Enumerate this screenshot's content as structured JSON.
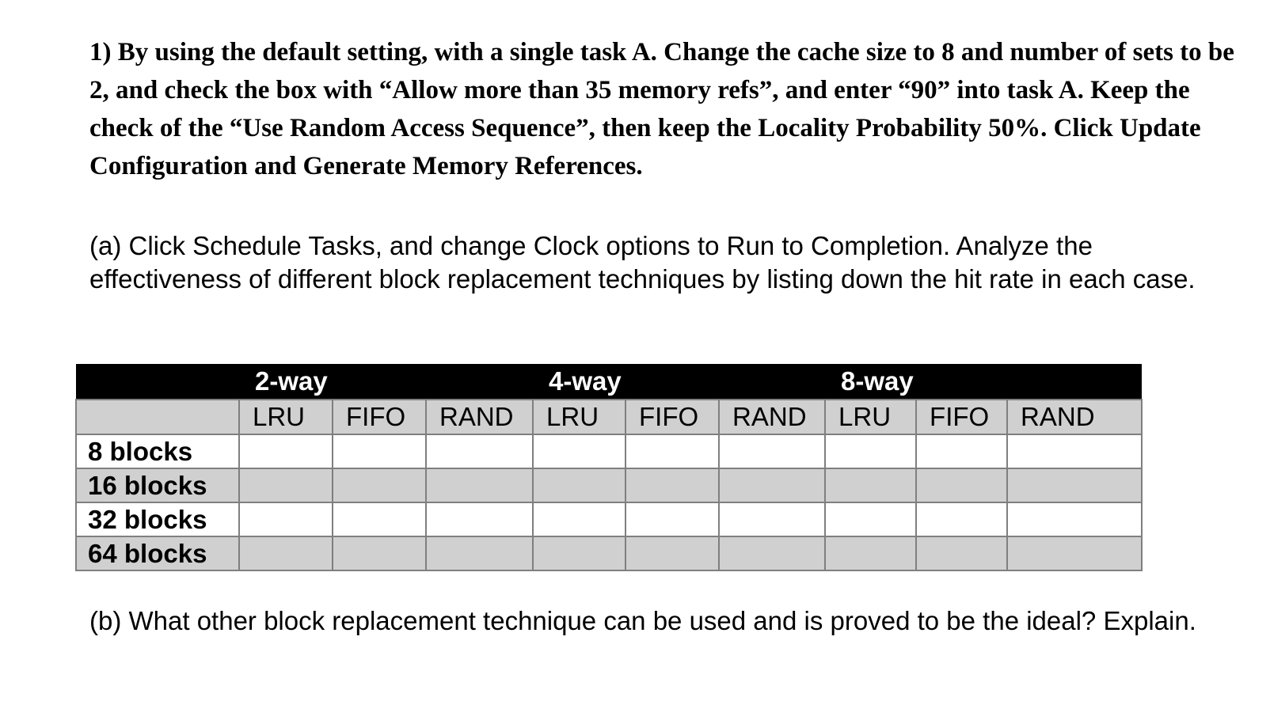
{
  "question": {
    "text": "1) By using the default setting, with a single task A. Change the cache size to 8 and number of sets to be 2, and check the box with “Allow more than 35 memory refs”, and enter “90” into task A. Keep the check of the “Use Random Access Sequence”, then keep the Locality Probability 50%. Click Update Configuration and Generate Memory References."
  },
  "part_a": {
    "text": "(a) Click Schedule Tasks, and change Clock options to Run to Completion. Analyze the effectiveness of different block replacement techniques by listing down the hit rate in each case."
  },
  "table": {
    "groups": [
      "2-way",
      "4-way",
      "8-way"
    ],
    "subheaders": [
      "LRU",
      "FIFO",
      "RAND",
      "LRU",
      "FIFO",
      "RAND",
      "LRU",
      "FIFO",
      "RAND"
    ],
    "rows": [
      {
        "label": "8 blocks",
        "cells": [
          "",
          "",
          "",
          "",
          "",
          "",
          "",
          "",
          ""
        ]
      },
      {
        "label": "16 blocks",
        "cells": [
          "",
          "",
          "",
          "",
          "",
          "",
          "",
          "",
          ""
        ]
      },
      {
        "label": "32 blocks",
        "cells": [
          "",
          "",
          "",
          "",
          "",
          "",
          "",
          "",
          ""
        ]
      },
      {
        "label": "64 blocks",
        "cells": [
          "",
          "",
          "",
          "",
          "",
          "",
          "",
          "",
          ""
        ]
      }
    ]
  },
  "part_b": {
    "text": "(b) What other block replacement technique can be used and is proved to be the ideal? Explain."
  }
}
